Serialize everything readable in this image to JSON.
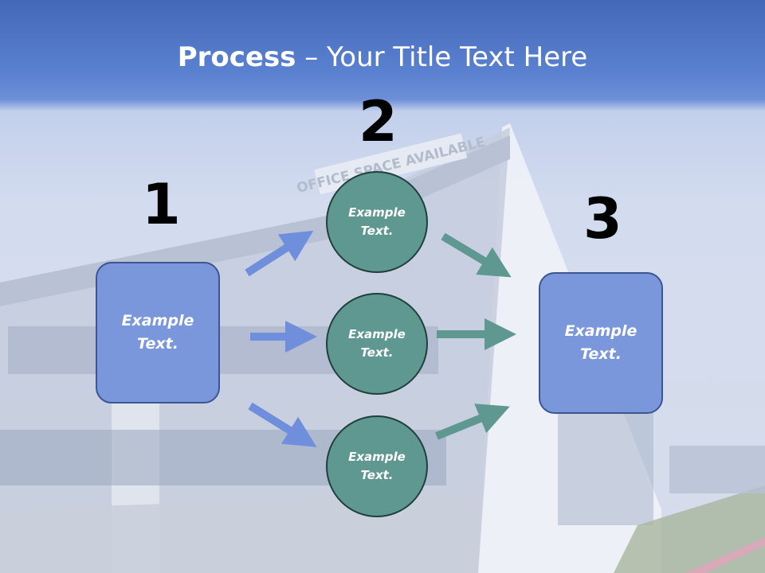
{
  "title": {
    "bold": "Process",
    "rest": " – Your Title Text Here"
  },
  "steps": {
    "one": {
      "number": "1",
      "box_text": "Example Text."
    },
    "two": {
      "number": "2",
      "circles": [
        "Example Text.",
        "Example Text.",
        "Example Text."
      ]
    },
    "three": {
      "number": "3",
      "box_text": "Example Text."
    }
  },
  "background": {
    "sign_text": "OFFICE SPACE AVAILABLE"
  },
  "colors": {
    "header_blue": "#4468b8",
    "box_fill": "#7a97dc",
    "circle_fill": "#5e9890",
    "blue_arrow": "#6f8fdc",
    "teal_arrow": "#5e9890"
  }
}
